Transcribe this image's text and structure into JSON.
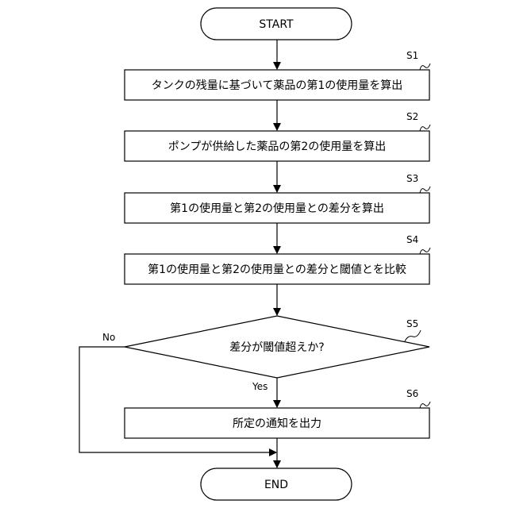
{
  "flowchart": {
    "start": "START",
    "end": "END",
    "steps": [
      {
        "id": "S1",
        "text": "タンクの残量に基づいて薬品の第1の使用量を算出"
      },
      {
        "id": "S2",
        "text": "ポンプが供給した薬品の第2の使用量を算出"
      },
      {
        "id": "S3",
        "text": "第1の使用量と第2の使用量との差分を算出"
      },
      {
        "id": "S4",
        "text": "第1の使用量と第2の使用量との差分と閾値とを比較"
      },
      {
        "id": "S5",
        "text": "差分が閾値超えか?"
      },
      {
        "id": "S6",
        "text": "所定の通知を出力"
      }
    ],
    "branch_yes": "Yes",
    "branch_no": "No"
  }
}
